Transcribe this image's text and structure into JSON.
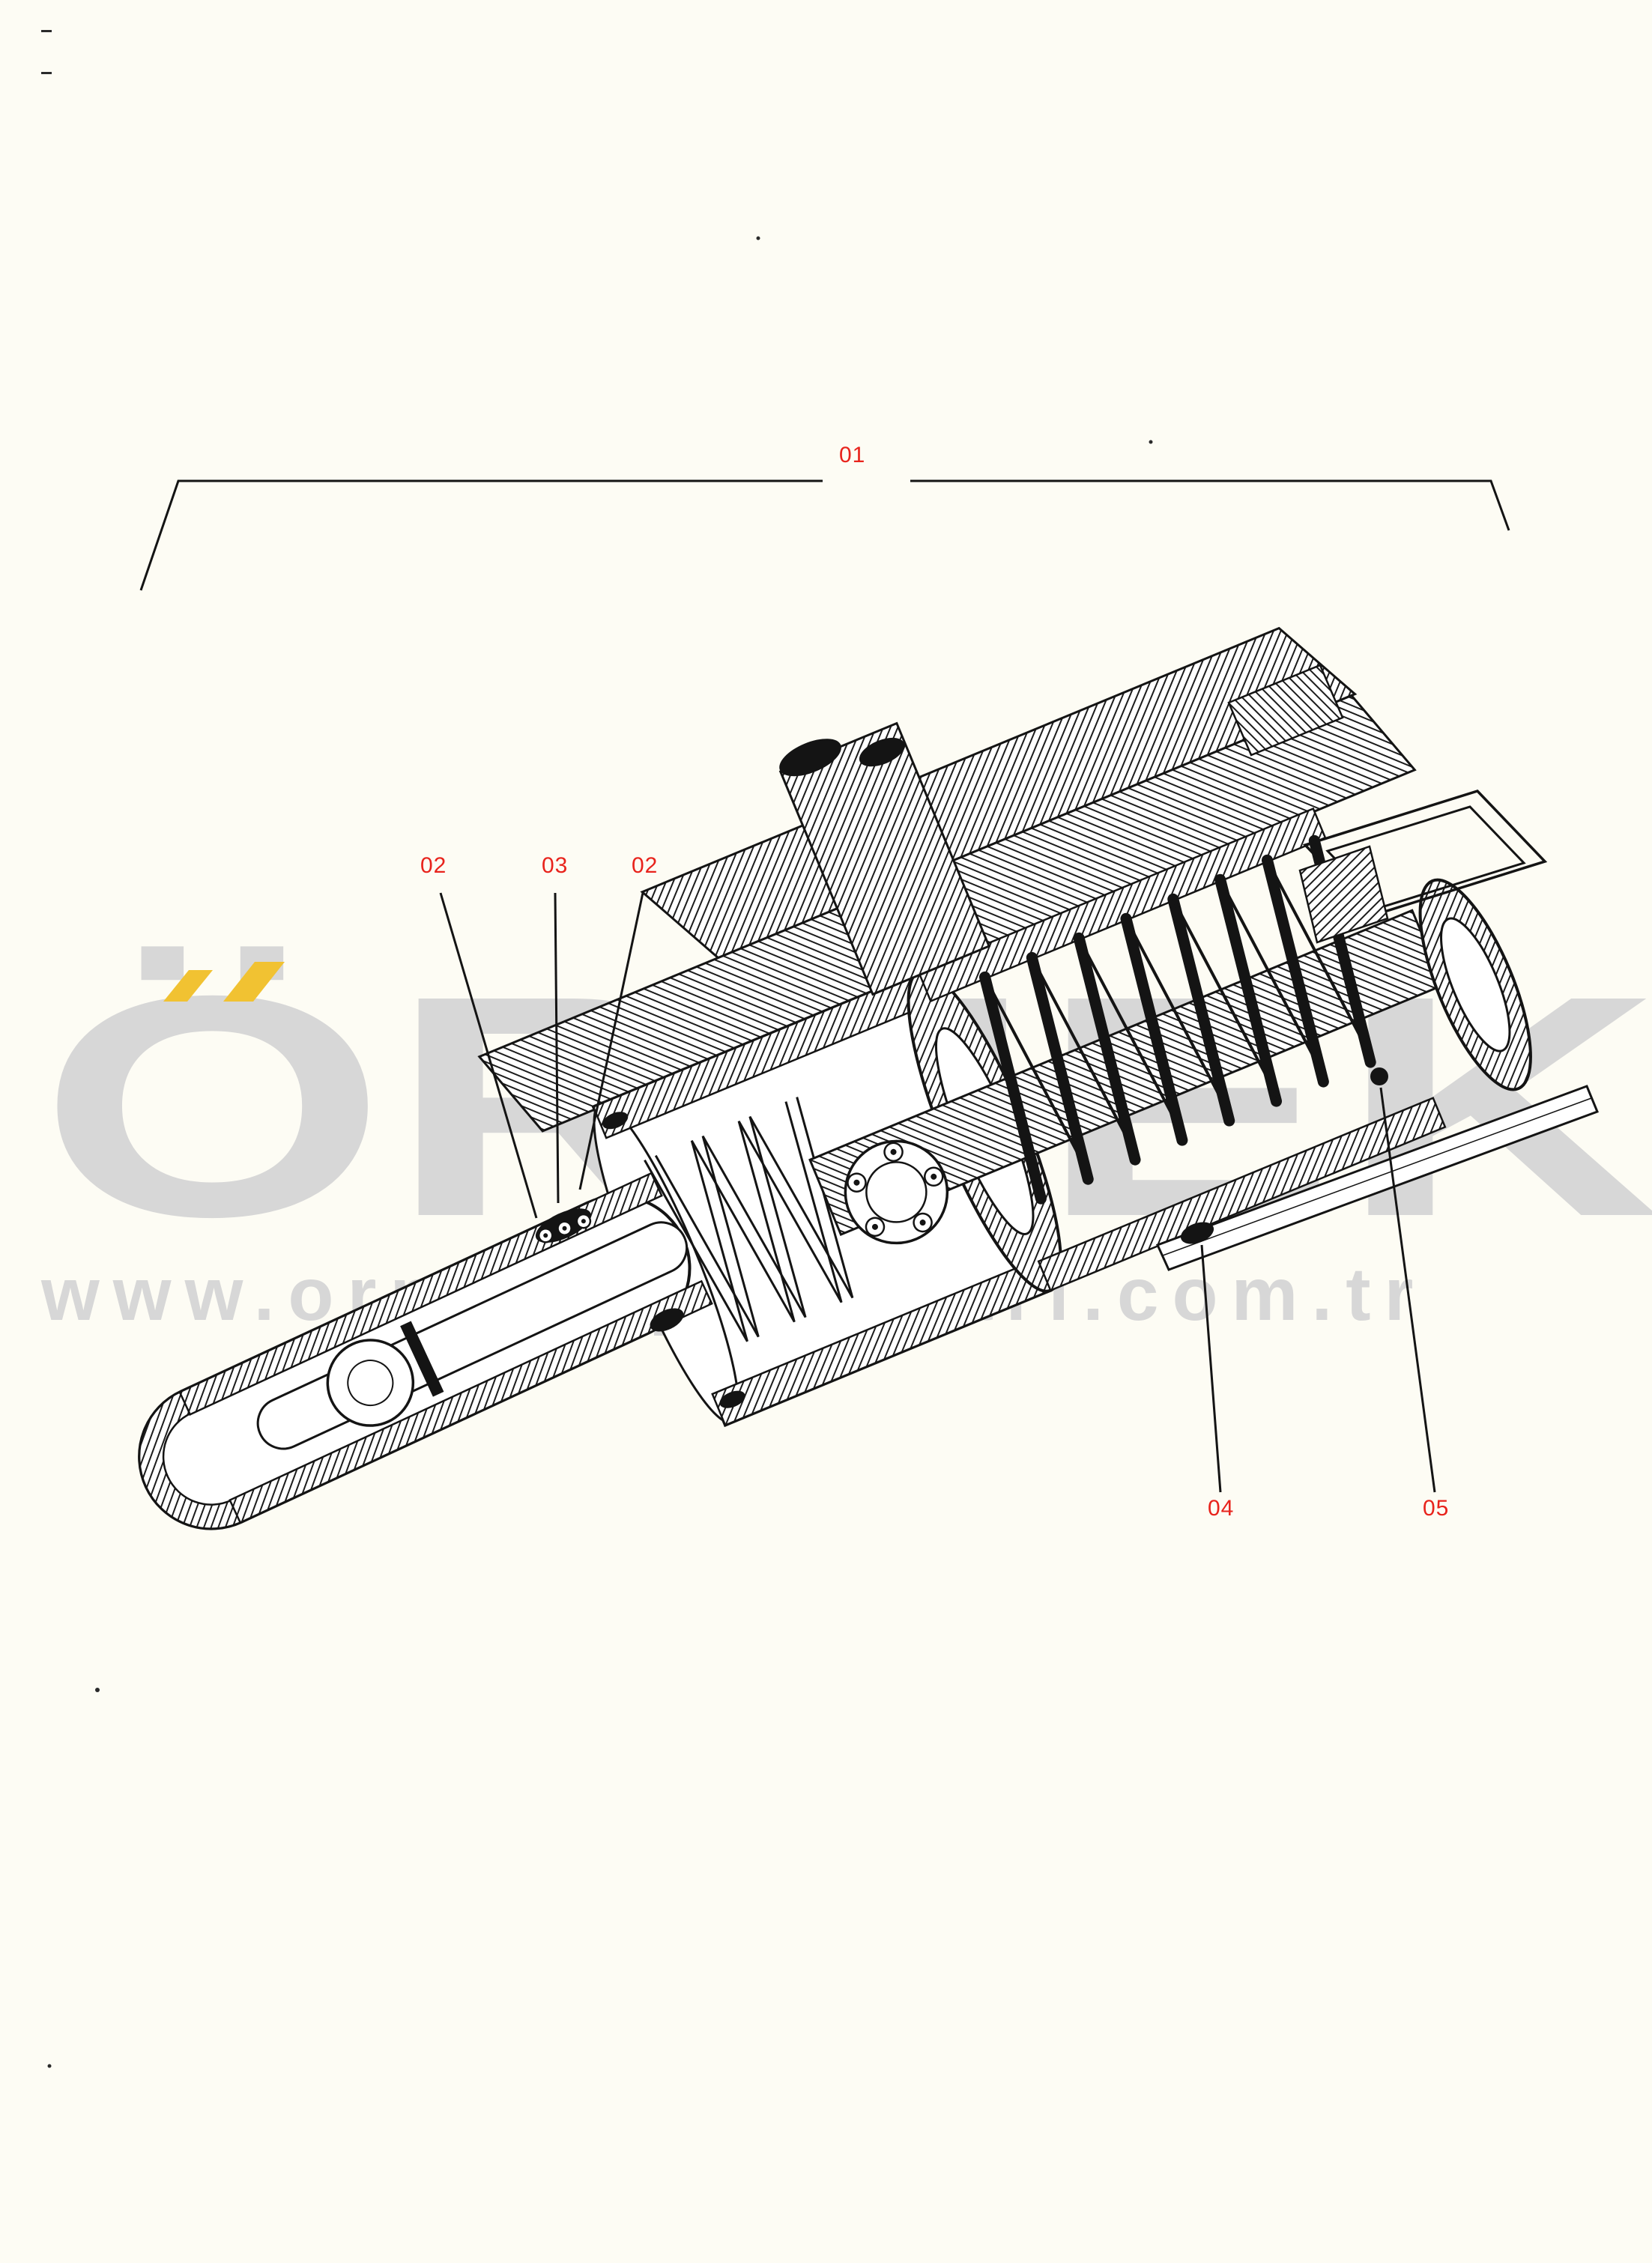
{
  "theme": {
    "page-bg": "#fdfcf4",
    "ink": "#141414",
    "accent-red": "#e8231c",
    "watermark-gray": "#d7d7d7",
    "watermark-yellow": "#f1c232"
  },
  "watermark": {
    "brand": "ÖRNEK",
    "url": "www.ornekisparcalari.com.tr"
  },
  "callouts": {
    "c01": "01",
    "c02_left": "02",
    "c03": "03",
    "c02_right": "02",
    "c04": "04",
    "c05": "05"
  }
}
